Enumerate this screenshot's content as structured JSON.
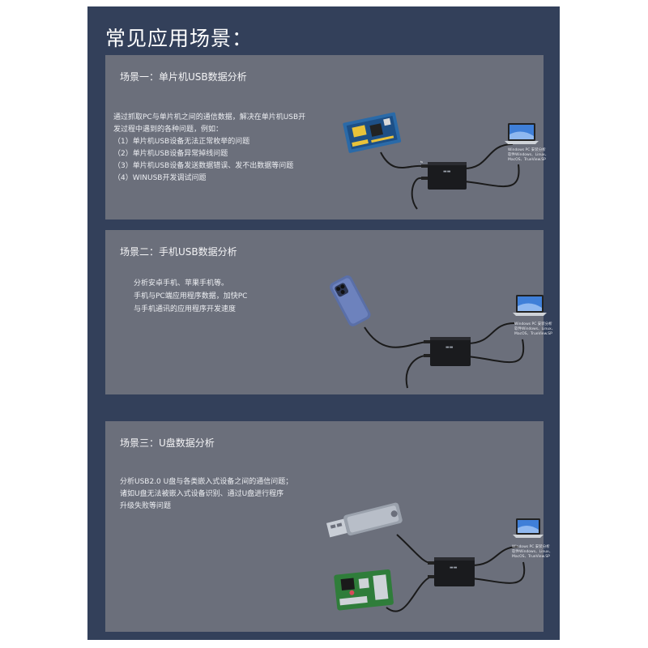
{
  "page": {
    "title": "常见应用场景："
  },
  "scenarios": [
    {
      "title": "场景一：单片机USB数据分析",
      "lines": [
        "通过抓取PC与单片机之间的通信数据，解决在单片机USB开",
        "发过程中遇到的各种问题，例如：",
        "（1）单片机USB设备无法正常枚举的问题",
        "（2）单片机USB设备异常掉线问题",
        "（3）单片机USB设备发送数据错误、发不出数据等问题",
        "（4）WINUSB开发调试问题"
      ],
      "pc_caption": [
        "Windows PC 安装分析",
        "软件Windows、Linux、",
        "MacOS、TrueView.SP"
      ]
    },
    {
      "title": "场景二：手机USB数据分析",
      "lines": [
        "分析安卓手机、苹果手机等。",
        "手机与PC端应用程序数据，加快PC",
        "与手机通讯的应用程序开发速度"
      ],
      "pc_caption": [
        "Windows PC 安装分析",
        "软件Windows、Linux、",
        "MacOS、TrueView.SP"
      ]
    },
    {
      "title": "场景三：U盘数据分析",
      "lines": [
        "分析USB2.0 U盘与各类嵌入式设备之间的通信问题；",
        "诸如U盘无法被嵌入式设备识别、通过U盘进行程序",
        "升级失败等问题"
      ],
      "pc_caption": [
        "Windows PC 安装分析",
        "软件Windows、Linux、",
        "MacOS、TrueView.SP"
      ]
    }
  ],
  "icons": [
    "laptop-icon",
    "usb-analyzer-icon",
    "dev-board-icon",
    "phone-icon",
    "usb-drive-icon",
    "raspberry-pi-icon"
  ]
}
